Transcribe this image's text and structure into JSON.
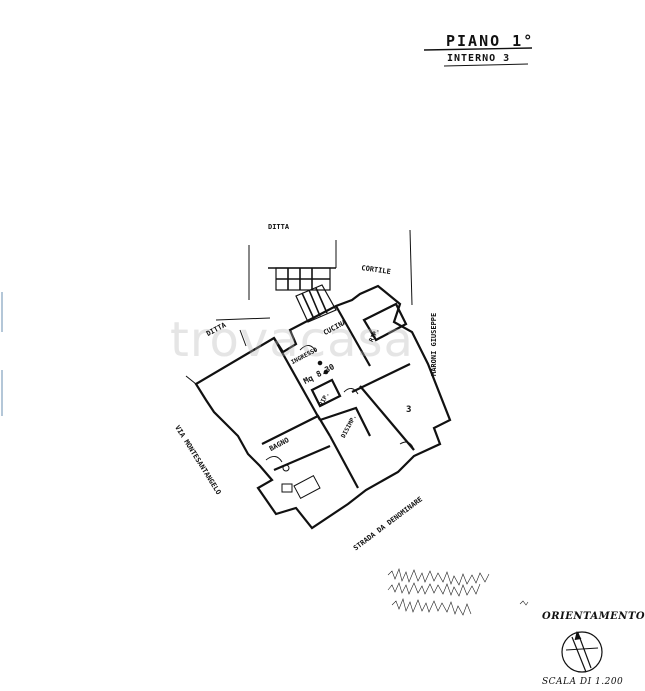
{
  "header": {
    "title": "PIANO 1°",
    "subtitle": "INTERNO 3"
  },
  "labels": {
    "ditta_top": "DITTA",
    "ditta_left": "DITTA",
    "cortile": "CORTILE",
    "cucina": "CUCINA",
    "ingresso": "INGRESSO",
    "area": "Mq 8.30",
    "rip1": "RIP.",
    "rip2": "RIP.",
    "bagno": "BAGNO",
    "disimpegno": "DISIMP.",
    "camera_number": "3",
    "street_left": "VIA MONTESANTANGELO",
    "street_right": "MARONI GIUSEPPE",
    "street_bottom": "STRADA DA DENOMINARE"
  },
  "compass": {
    "label": "ORIENTAMENTO",
    "scale": "SCALA DI 1.200"
  },
  "watermark": "trovacasa",
  "colors": {
    "ink": "#111111",
    "paper": "#ffffff",
    "watermark": "#bbbbbb",
    "edge_marks": "#6a8fb0"
  }
}
